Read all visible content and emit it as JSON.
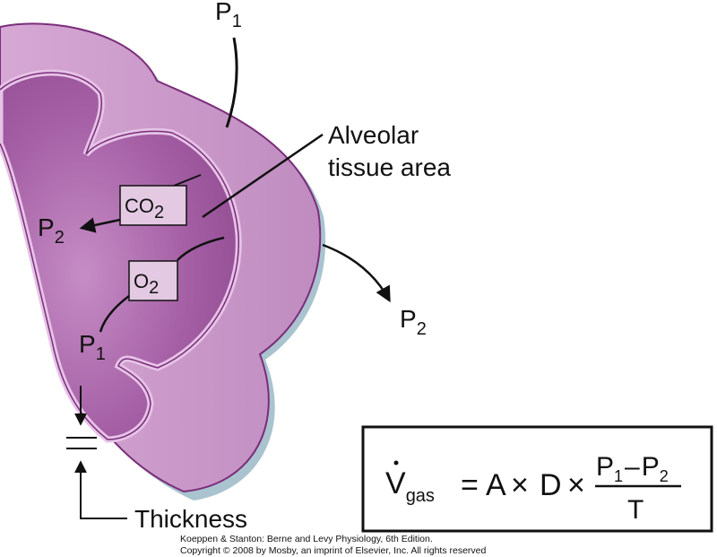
{
  "labels": {
    "p1_top": {
      "main": "P",
      "sub": "1"
    },
    "alveolar_line1": "Alveolar",
    "alveolar_line2": "tissue area",
    "co2_box": {
      "main": "CO",
      "sub": "2"
    },
    "p2_left": {
      "main": "P",
      "sub": "2"
    },
    "o2_box": {
      "main": "O",
      "sub": "2"
    },
    "p1_bottom": {
      "main": "P",
      "sub": "1"
    },
    "p2_right": {
      "main": "P",
      "sub": "2"
    },
    "thickness": "Thickness"
  },
  "equation": {
    "lhs": "V",
    "lhs_sub": "gas",
    "equals": "=",
    "a": "A",
    "times1": "×",
    "d": "D",
    "times2": "×",
    "num_p1": "P",
    "num_p1_sub": "1",
    "minus": "–",
    "num_p2": "P",
    "num_p2_sub": "2",
    "denominator": "T"
  },
  "credits": {
    "line1": "Koeppen & Stanton: Berne and Levy Physiology, 6th Edition.",
    "line2": "Copyright © 2008 by Mosby, an imprint of Elsevier, Inc. All rights reserved"
  },
  "colors": {
    "tissue_light": "#cf9ccd",
    "tissue_dark": "#a05aa0",
    "outline": "#7a2d7a",
    "shadow": "#a9c3cf",
    "ink": "#111111"
  }
}
